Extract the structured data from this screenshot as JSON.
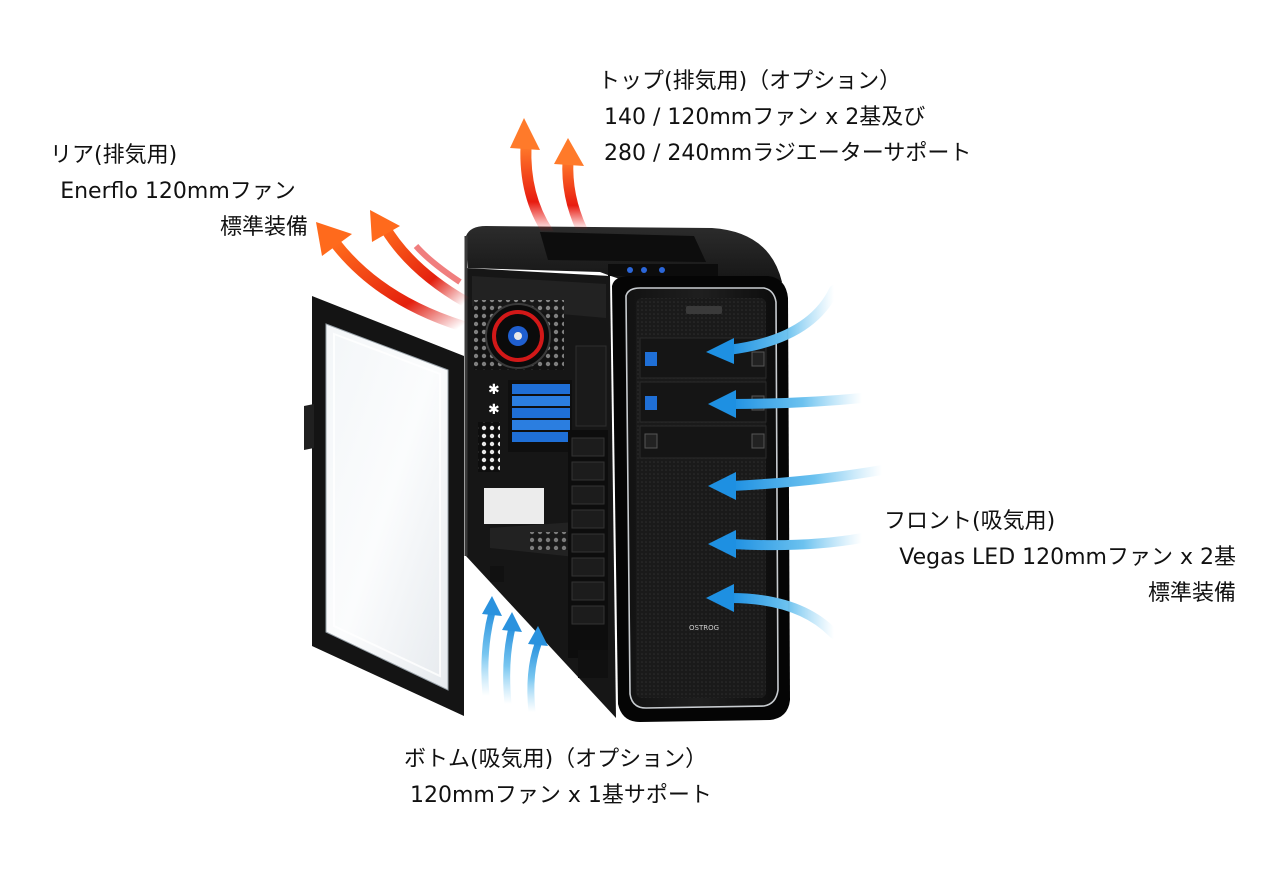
{
  "rear_exhaust": {
    "title": "リア(排気用)",
    "line2": "Enerflo 120mmファン",
    "line3": "標準装備"
  },
  "top_exhaust": {
    "title": "トップ(排気用)（オプション）",
    "line2": "140 / 120mmファン x 2基及び",
    "line3": "280 / 240mmラジエーターサポート"
  },
  "front_intake": {
    "title": "フロント(吸気用)",
    "line2": "Vegas LED 120mmファン x 2基",
    "line3": "標準装備"
  },
  "bottom_intake": {
    "title": "ボトム(吸気用)（オプション）",
    "line2": "120mmファン x 1基サポート"
  },
  "case_logo": "OSTROG",
  "colors": {
    "exhaust_arrow": "#e8421a",
    "intake_arrow": "#2aa0e6",
    "case_body": "#1a1a1a",
    "accent_blue": "#1f6fd6"
  }
}
